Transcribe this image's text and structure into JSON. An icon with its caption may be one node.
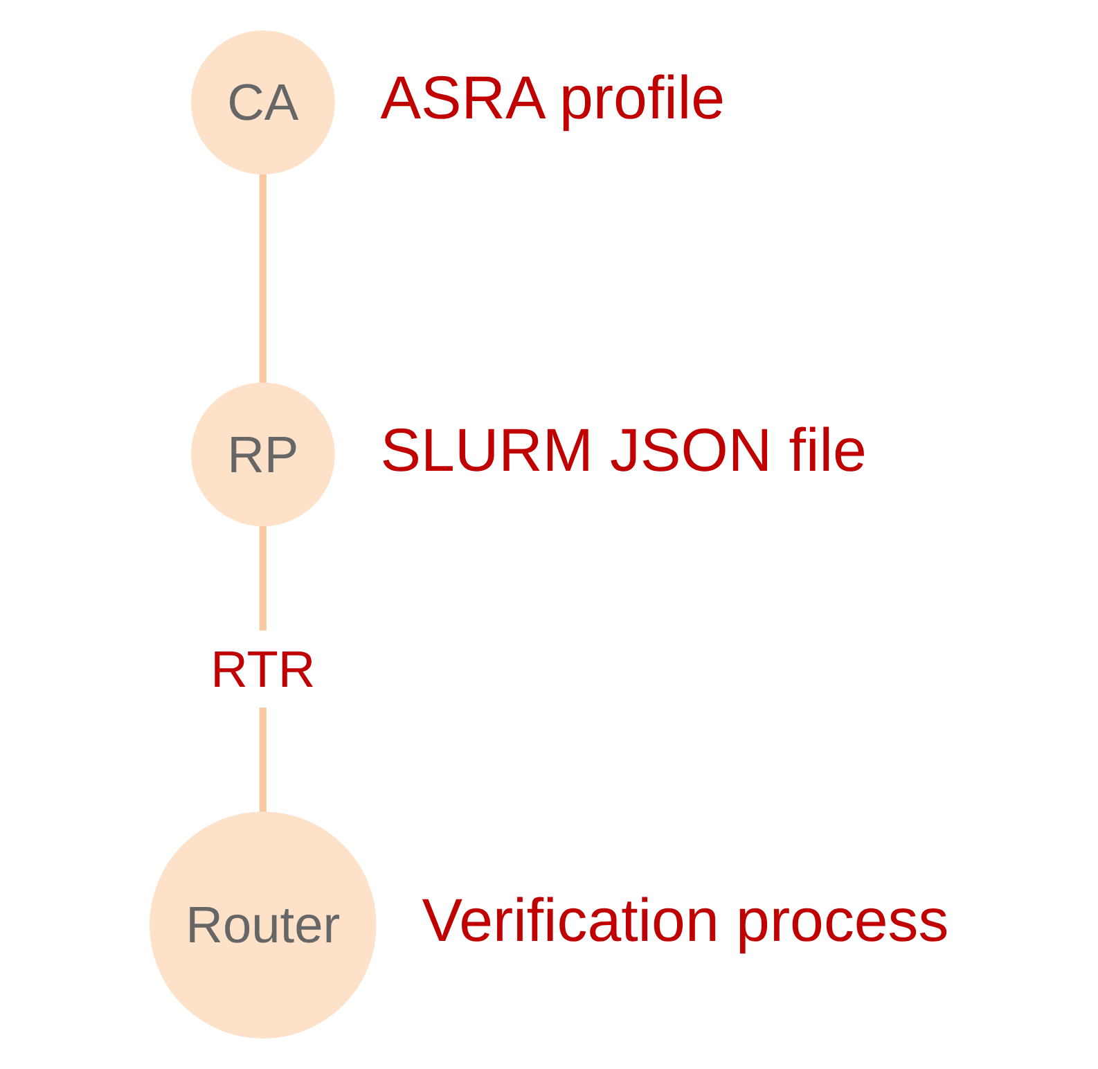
{
  "diagram": {
    "nodes": [
      {
        "text": [
          "CA"
        ],
        "beside": [
          "ASRA profile"
        ]
      },
      {
        "text": [
          "RP"
        ],
        "beside": [
          "SLURM JSON file"
        ]
      },
      {
        "text": [
          "Router"
        ],
        "beside": [
          "Verification process"
        ]
      }
    ],
    "edges": [
      {
        "from": 0,
        "to": 1,
        "arrow": "none"
      },
      {
        "from": 1,
        "to": 2,
        "arrow": "none",
        "label": "RTR"
      }
    ]
  }
}
